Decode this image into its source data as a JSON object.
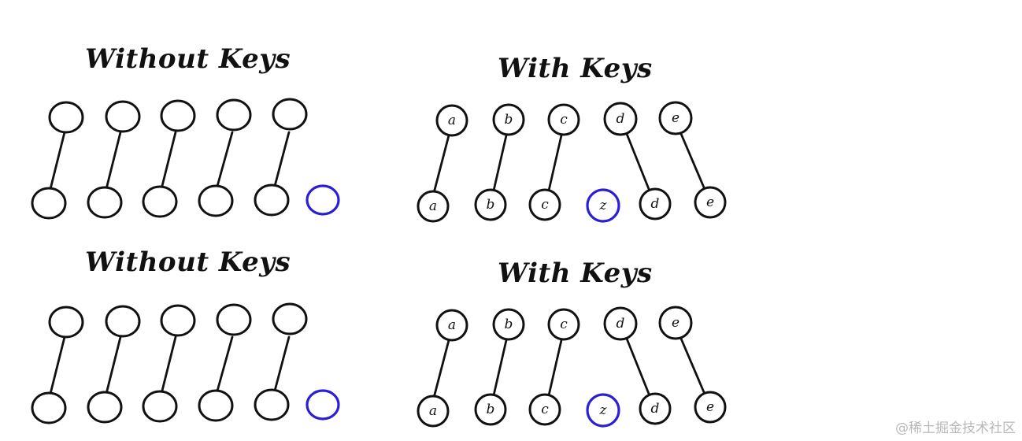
{
  "titles": {
    "without_keys_top": "Without Keys",
    "with_keys_top": "With Keys",
    "without_keys_bottom": "Without Keys",
    "with_keys_bottom": "With Keys"
  },
  "keys_top_labels": [
    "a",
    "b",
    "c",
    "d",
    "e"
  ],
  "keys_bottom_labels": [
    "a",
    "b",
    "c",
    "z",
    "d",
    "e"
  ],
  "colors": {
    "ink": "#111111",
    "new_node": "#2a1fd6"
  },
  "watermark": "@稀土掘金技术社区"
}
